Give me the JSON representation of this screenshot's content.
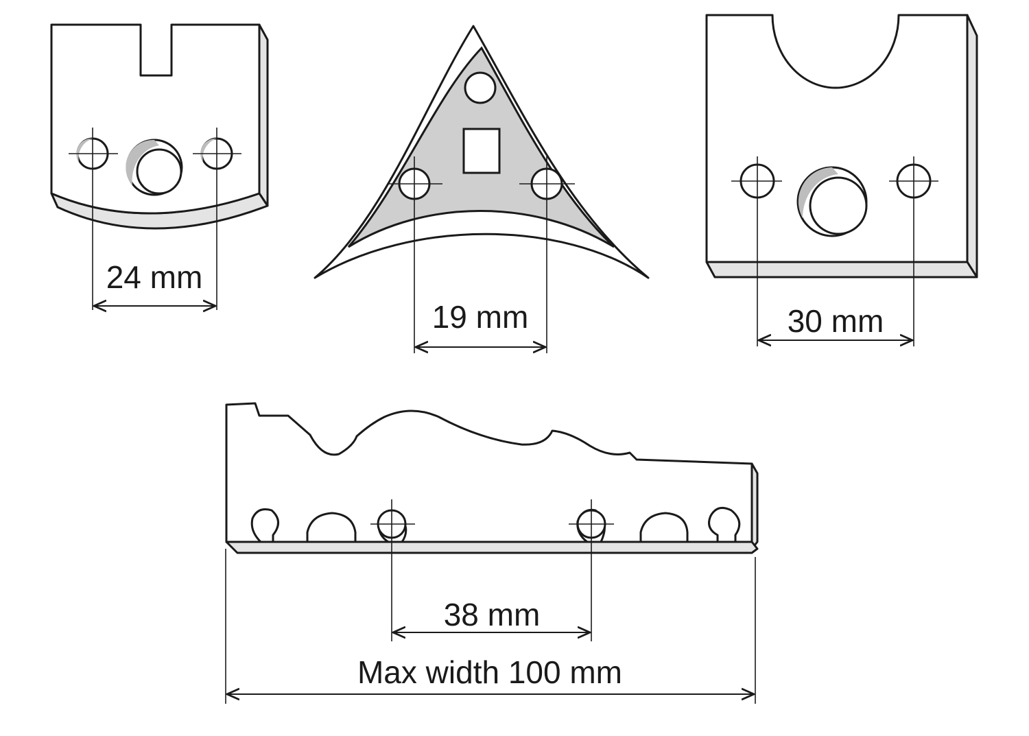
{
  "cutters": {
    "top_left": {
      "label": "24 mm"
    },
    "top_middle": {
      "label": "19 mm"
    },
    "top_right": {
      "label": "30 mm"
    },
    "bottom": {
      "hole_label": "38 mm",
      "width_label": "Max width 100 mm"
    }
  },
  "colors": {
    "line": "#1a1a1a",
    "blade_face": "#cfcfcf",
    "edge_face": "#e4e4e4",
    "background": "#ffffff"
  }
}
